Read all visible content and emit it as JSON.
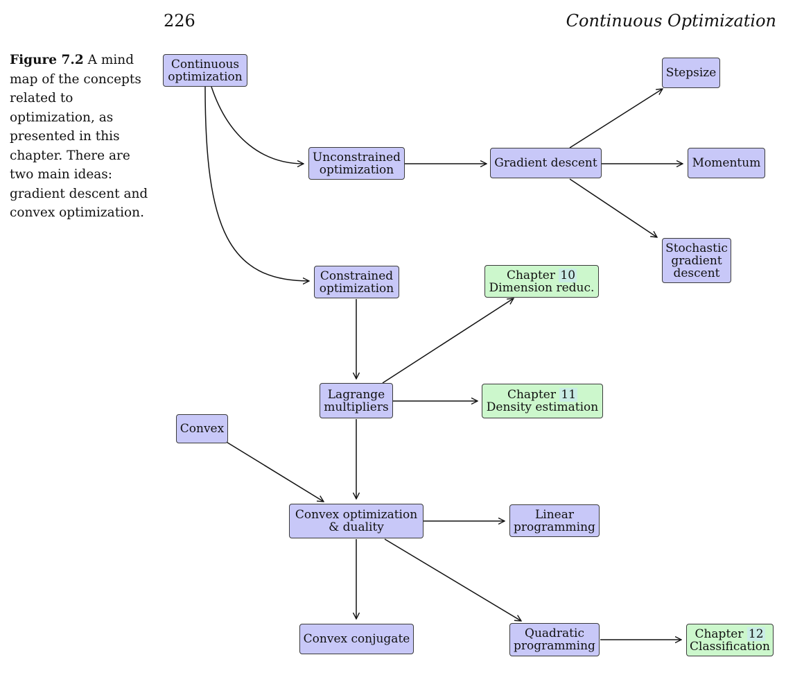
{
  "header": {
    "page_number": "226",
    "running_head": "Continuous Optimization"
  },
  "caption": {
    "label": "Figure 7.2",
    "text": "A mind map of the concepts related to optimization, as presented in this chapter. There are two main ideas: gradient descent and convex optimization."
  },
  "mind_map": {
    "continuous": [
      "Continuous",
      "optimization"
    ],
    "unconstrained": [
      "Unconstrained",
      "optimization"
    ],
    "gradient_descent": "Gradient descent",
    "stepsize": "Stepsize",
    "momentum": "Momentum",
    "stochastic": [
      "Stochastic",
      "gradient",
      "descent"
    ],
    "constrained": [
      "Constrained",
      "optimization"
    ],
    "chapter10": {
      "word": "Chapter",
      "number": "10",
      "title": "Dimension reduc."
    },
    "lagrange": [
      "Lagrange",
      "multipliers"
    ],
    "chapter11": {
      "word": "Chapter",
      "number": "11",
      "title": "Density estimation"
    },
    "convex": "Convex",
    "convex_opt": [
      "Convex optimization",
      "& duality"
    ],
    "linear": [
      "Linear",
      "programming"
    ],
    "conjugate": "Convex conjugate",
    "quadratic": [
      "Quadratic",
      "programming"
    ],
    "chapter12": {
      "word": "Chapter",
      "number": "12",
      "title": "Classification"
    }
  }
}
